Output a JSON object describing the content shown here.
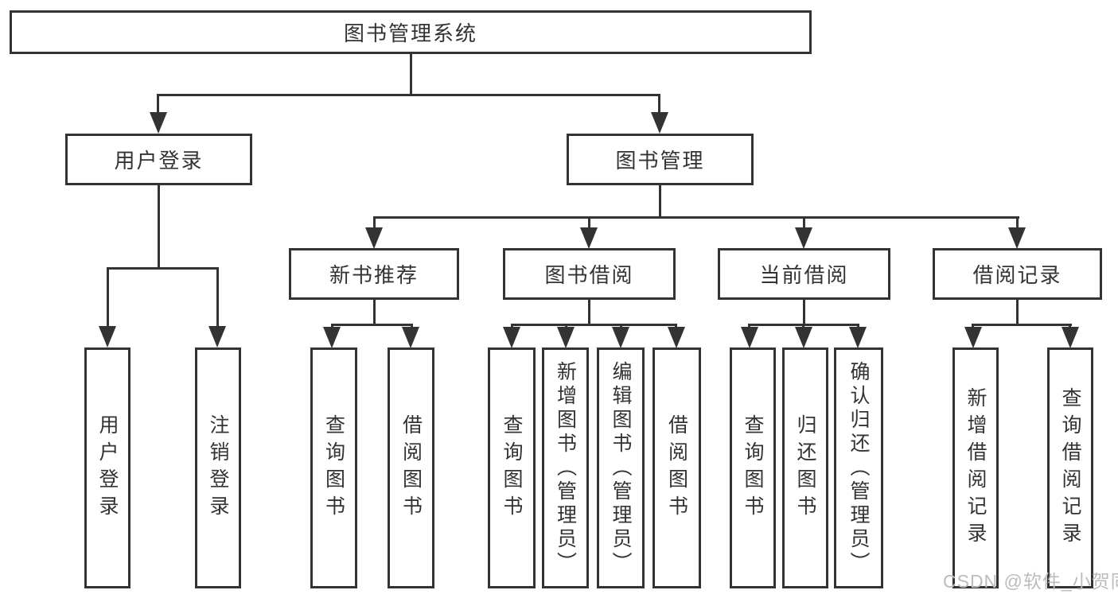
{
  "root_label": "图书管理系统",
  "login_branch": {
    "label": "用户登录",
    "children": [
      {
        "label": "用户登录"
      },
      {
        "label": "注销登录"
      }
    ]
  },
  "mgmt_branch": {
    "label": "图书管理",
    "sections": [
      {
        "label": "新书推荐",
        "children": [
          {
            "label": "查询图书"
          },
          {
            "label": "借阅图书"
          }
        ]
      },
      {
        "label": "图书借阅",
        "children": [
          {
            "label": "查询图书"
          },
          {
            "label": "新增图书（管理员）"
          },
          {
            "label": "编辑图书（管理员）"
          },
          {
            "label": "借阅图书"
          }
        ]
      },
      {
        "label": "当前借阅",
        "children": [
          {
            "label": "查询图书"
          },
          {
            "label": "归还图书"
          },
          {
            "label": "确认归还（管理员）"
          }
        ]
      },
      {
        "label": "借阅记录",
        "children": [
          {
            "label": "新增借阅记录"
          },
          {
            "label": "查询借阅记录"
          }
        ]
      }
    ]
  },
  "watermark": "CSDN @软件_小贺同学",
  "colors": {
    "line": "#333333",
    "background": "#ffffff",
    "watermark": "#bcbcbc"
  }
}
